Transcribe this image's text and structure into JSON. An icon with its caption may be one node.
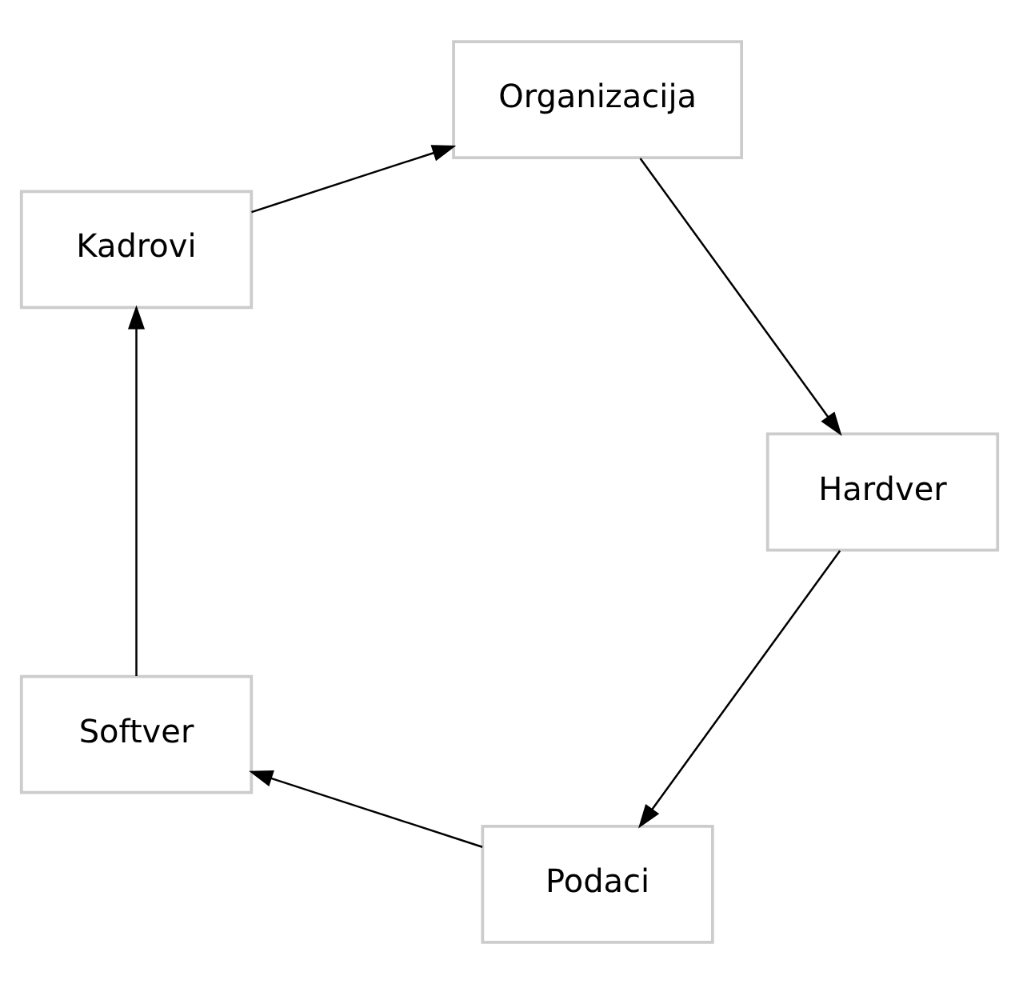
{
  "diagram": {
    "nodes": [
      {
        "text": [
          "Podaci"
        ]
      },
      {
        "text": [
          "Softver"
        ]
      },
      {
        "text": [
          "Kadrovi"
        ]
      },
      {
        "text": [
          "Organizacija"
        ]
      },
      {
        "text": [
          "Hardver"
        ]
      }
    ],
    "edges": [
      {
        "from": 0,
        "to": 1,
        "arrow": "to"
      },
      {
        "from": 1,
        "to": 2,
        "arrow": "to"
      },
      {
        "from": 2,
        "to": 3,
        "arrow": "to"
      },
      {
        "from": 3,
        "to": 4,
        "arrow": "to"
      },
      {
        "from": 4,
        "to": 0,
        "arrow": "to"
      }
    ]
  }
}
